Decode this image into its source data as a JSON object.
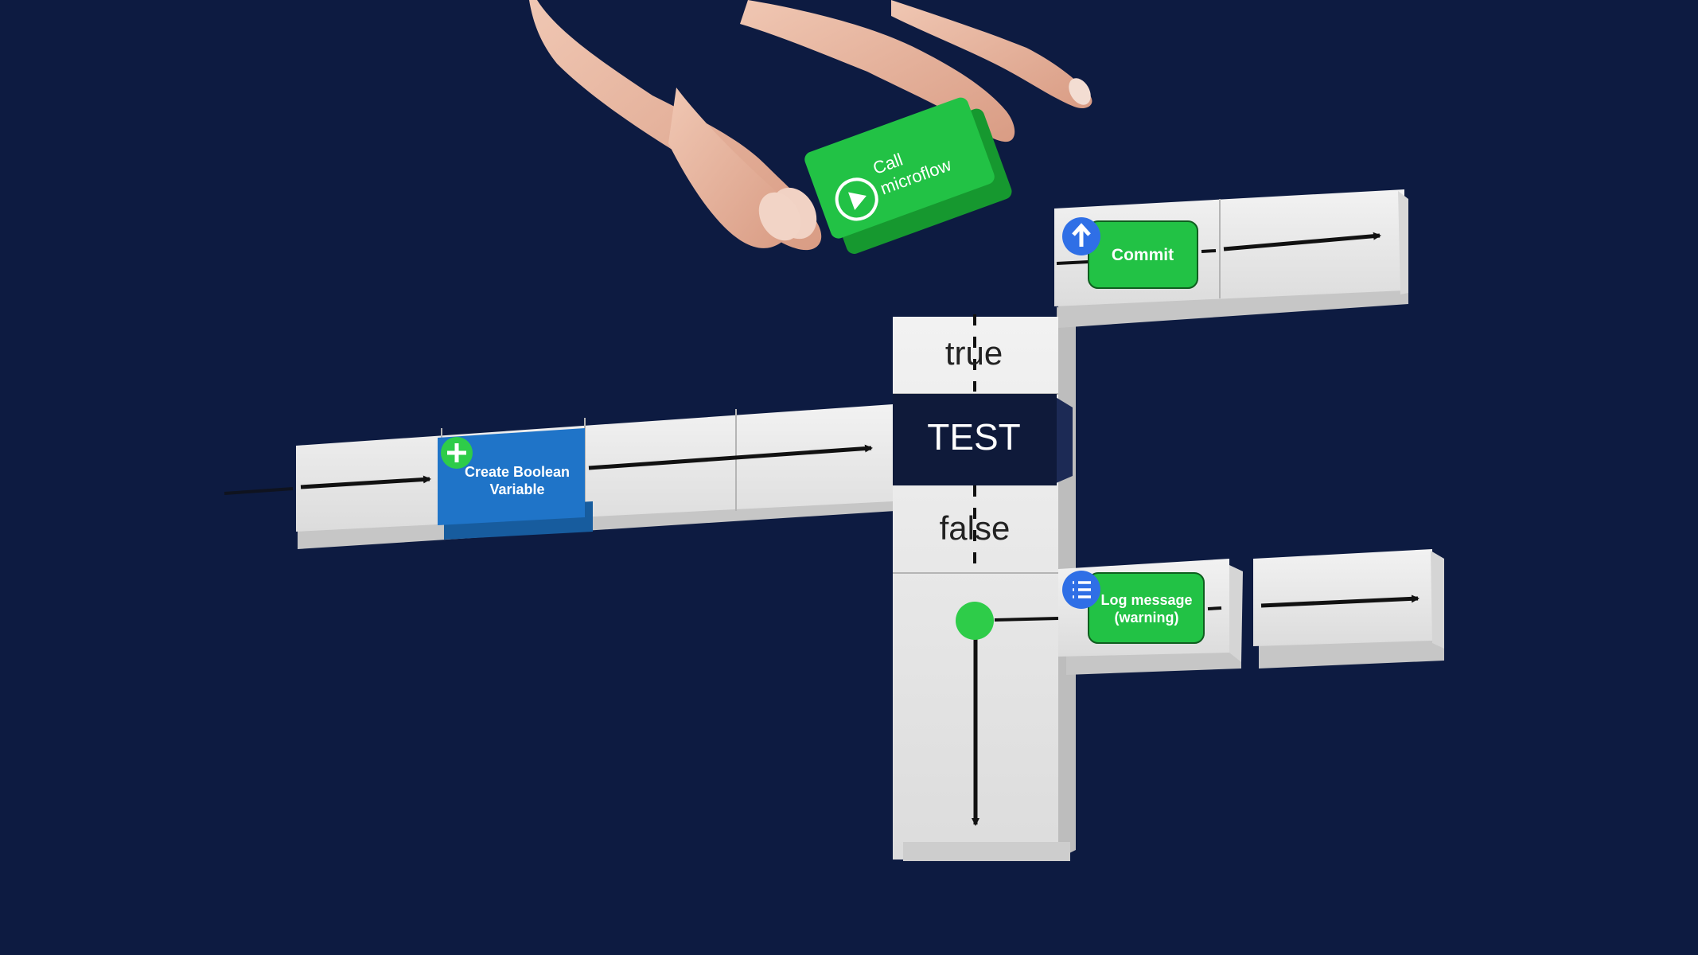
{
  "colors": {
    "background": "#0d1b41",
    "block_face": "#eaeaea",
    "block_side": "#c9c9c9",
    "decision_dark": "#0f1a3a",
    "action_green": "#22c245",
    "action_green_dark": "#16982f",
    "create_blue": "#1f74c8",
    "icon_blue": "#2f6fe6",
    "icon_green": "#2ecc49",
    "skin": "#e9b9a4",
    "arrow": "#111111"
  },
  "decision": {
    "label": "TEST",
    "true_label": "true",
    "false_label": "false"
  },
  "activities": {
    "create_variable": {
      "label_line1": "Create Boolean",
      "label_line2": "Variable",
      "icon": "plus-icon"
    },
    "commit": {
      "label": "Commit",
      "icon": "arrow-up-icon"
    },
    "log_message": {
      "label_line1": "Log message",
      "label_line2": "(warning)",
      "icon": "list-icon"
    },
    "call_microflow": {
      "label_line1": "Call",
      "label_line2": "microflow",
      "icon": "play-icon"
    }
  },
  "merge": {
    "icon": "merge-dot"
  }
}
